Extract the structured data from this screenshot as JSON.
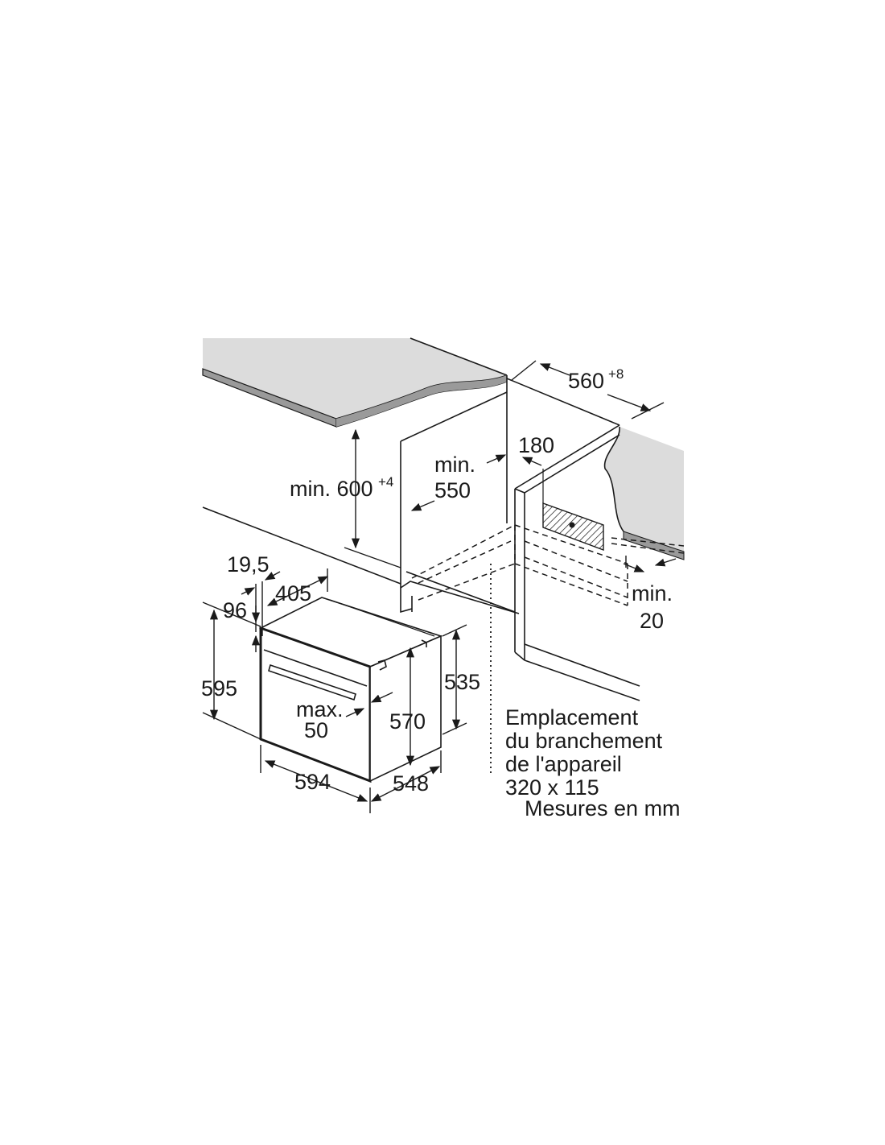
{
  "labels": {
    "dim_560": "560",
    "dim_560_sup": "+8",
    "dim_180": "180",
    "dim_min600_prefix": "min. 600",
    "dim_min600_sup": "+4",
    "dim_min550_line1": "min.",
    "dim_min550_line2": "550",
    "dim_min20_line1": "min.",
    "dim_min20_line2": "20",
    "dim_19_5": "19,5",
    "dim_405": "405",
    "dim_96": "96",
    "dim_595": "595",
    "dim_535": "535",
    "dim_570": "570",
    "dim_max50_line1": "max.",
    "dim_max50_line2": "50",
    "dim_594": "594",
    "dim_548": "548"
  },
  "note": {
    "line1": "Emplacement",
    "line2": "du branchement",
    "line3": "de l'appareil",
    "line4": "320 x 115"
  },
  "units": "Mesures en mm"
}
